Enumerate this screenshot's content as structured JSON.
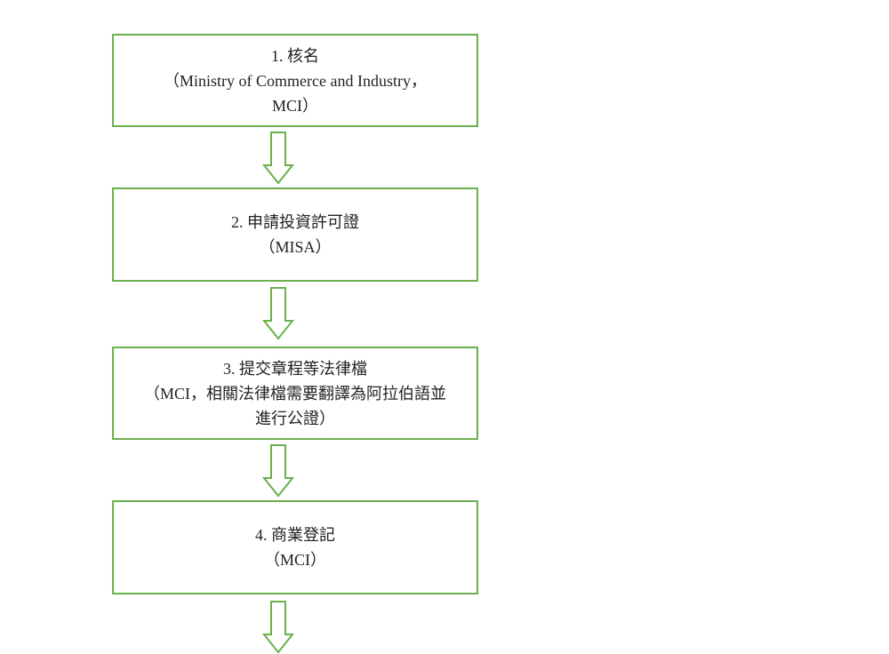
{
  "steps": [
    {
      "title": "1. 核名",
      "lines": [
        "（Ministry of Commerce and Industry，",
        "MCI）"
      ]
    },
    {
      "title": "2. 申請投資許可證",
      "lines": [
        "（MISA）"
      ]
    },
    {
      "title": "3. 提交章程等法律檔",
      "lines": [
        "（MCI，相關法律檔需要翻譯為阿拉伯語並",
        "進行公證）"
      ]
    },
    {
      "title": "4. 商業登記",
      "lines": [
        "（MCI）"
      ]
    }
  ],
  "colors": {
    "border": "#6ab04c",
    "text": "#222222"
  }
}
